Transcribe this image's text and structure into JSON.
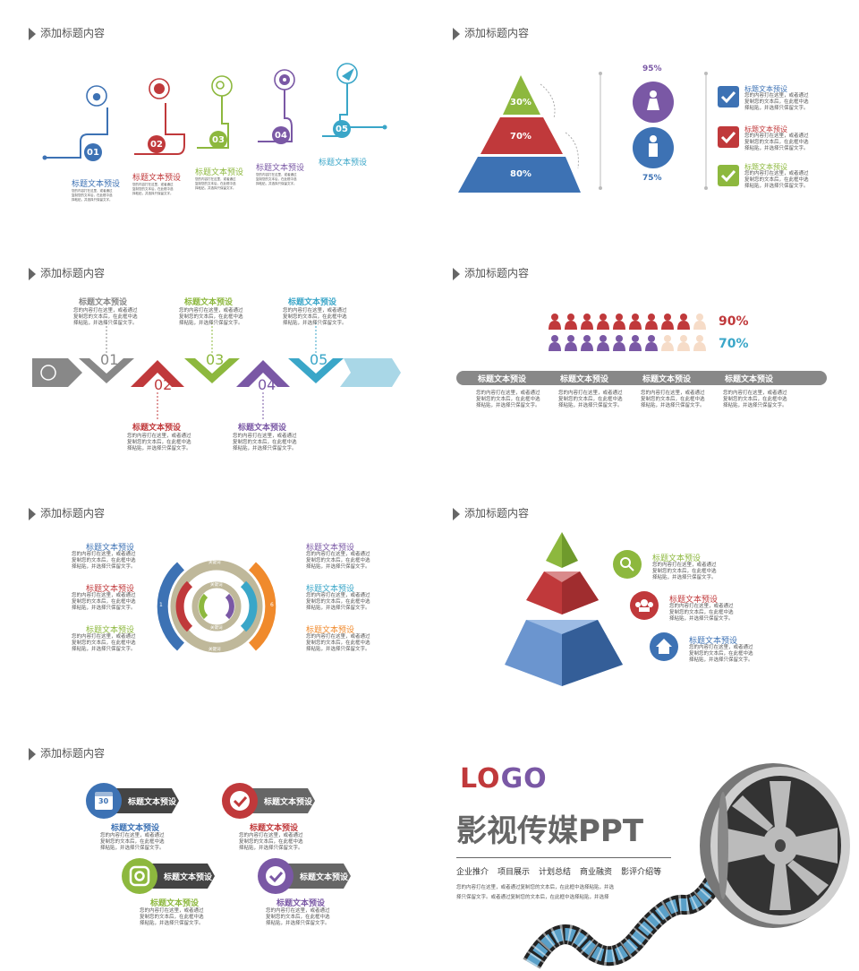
{
  "section_header": "添加标题内容",
  "title_text": "标题文本预设",
  "body_text": "您的内容打在这里，或者通过复制您的文本后，在此框中选择粘贴，并选择只保留文字。",
  "body_text_wrap3": "您的内容打在这里，或者通过\n复制您的文本后，在此框中选\n择粘贴，并选择只保留文字。",
  "p1": {
    "numbers": [
      "01",
      "02",
      "03",
      "04",
      "05"
    ]
  },
  "p2": {
    "levels": [
      "30%",
      "70%",
      "80%"
    ],
    "pct_top": "95%",
    "pct_bottom": "75%"
  },
  "p3": {
    "numbers": [
      "01",
      "02",
      "03",
      "04",
      "05"
    ]
  },
  "p4": {
    "pct1": "90%",
    "pct2": "70%"
  },
  "p5": {
    "keyword": "关键词",
    "nums": [
      "1",
      "2",
      "3",
      "4",
      "5",
      "6"
    ]
  },
  "p7": {
    "calendar_num": "30"
  },
  "cover": {
    "logo": "LOGO",
    "title": "影视传媒PPT",
    "nav": [
      "企业推介",
      "项目展示",
      "计划总结",
      "商业融资",
      "影评介绍等"
    ],
    "desc_line1": "您的内容打在这里，或者通过复制您的文本后，在此框中选择粘贴，并选",
    "desc_line2": "择只保留文字。或者通过复制您的文本后，在此框中选择粘贴，并选择"
  },
  "colors": {
    "blue": "#3d72b4",
    "red": "#c0393b",
    "green": "#8db83e",
    "purple": "#7a58a5",
    "teal": "#3aa6c8",
    "orange": "#f08a2c",
    "gray": "#8a8a8a",
    "khaki": "#bfb89a"
  }
}
